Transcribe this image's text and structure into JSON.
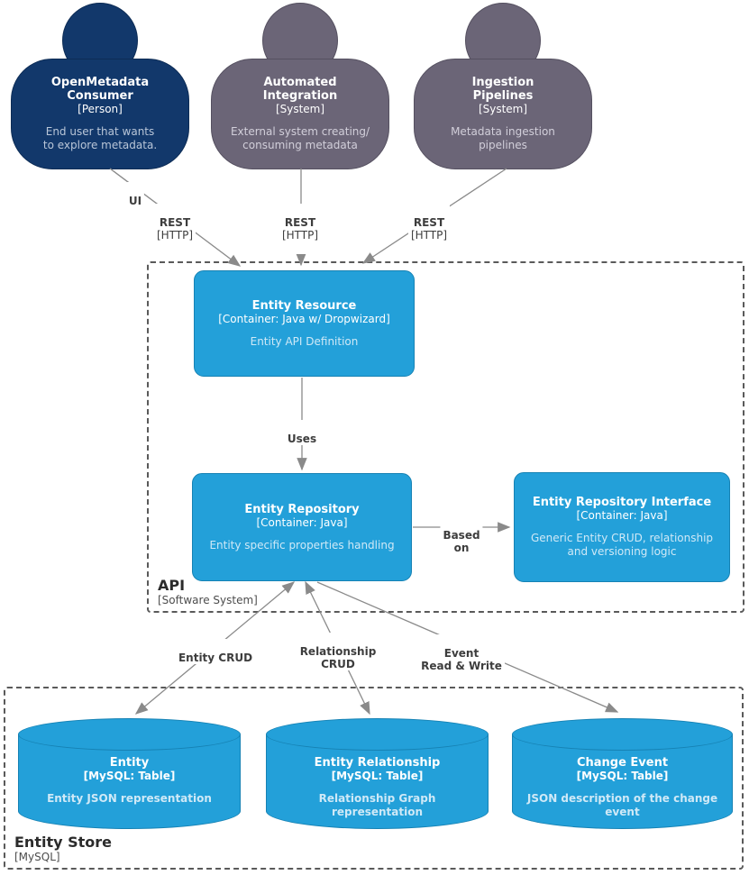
{
  "colors": {
    "person_fill": "#12386b",
    "person_border": "#0d2c55",
    "person_desc": "#b9c6d8",
    "system_fill": "#6b6577",
    "system_border": "#555060",
    "system_desc": "#d2cfda",
    "container_fill": "#23a0d9",
    "container_border": "#1682b4",
    "container_desc": "#cfe9f7",
    "boundary_border": "#5a5a5a",
    "boundary_label": "#2b2b2b",
    "arrow": "#8a8a8a",
    "edge_label": "#3d3d3d"
  },
  "actors": [
    {
      "title": [
        "OpenMetadata",
        "Consumer"
      ],
      "type": "[Person]",
      "desc": [
        "End user that wants",
        "to explore metadata."
      ]
    },
    {
      "title": [
        "Automated",
        "Integration"
      ],
      "type": "[System]",
      "desc": [
        "External system creating/",
        "consuming metadata"
      ]
    },
    {
      "title": [
        "Ingestion",
        "Pipelines"
      ],
      "type": "[System]",
      "desc": [
        "Metadata ingestion",
        "pipelines"
      ]
    }
  ],
  "boundaries": {
    "api": {
      "label": "API",
      "sub": "[Software System]"
    },
    "entity_store": {
      "label": "Entity Store",
      "sub": "[MySQL]"
    }
  },
  "containers": {
    "entity_resource": {
      "title": "Entity Resource",
      "tech": "[Container: Java w/ Dropwizard]",
      "desc": "Entity API Definition"
    },
    "entity_repository": {
      "title": "Entity Repository",
      "tech": "[Container: Java]",
      "desc": "Entity specific properties handling"
    },
    "entity_repository_interface": {
      "title": "Entity Repository Interface",
      "tech": "[Container: Java]",
      "desc": [
        "Generic Entity CRUD, relationship",
        "and versioning logic"
      ]
    }
  },
  "databases": {
    "entity": {
      "title": "Entity",
      "tech": "[MySQL: Table]",
      "desc": [
        "Entity JSON representation"
      ]
    },
    "entity_relationship": {
      "title": "Entity Relationship",
      "tech": "[MySQL: Table]",
      "desc": [
        "Relationship Graph",
        "representation"
      ]
    },
    "change_event": {
      "title": "Change Event",
      "tech": "[MySQL: Table]",
      "desc": [
        "JSON description of the change",
        "event"
      ]
    }
  },
  "edges": {
    "ui": {
      "label": "UI"
    },
    "rest1": {
      "label": "REST",
      "tech": "[HTTP]"
    },
    "rest2": {
      "label": "REST",
      "tech": "[HTTP]"
    },
    "rest3": {
      "label": "REST",
      "tech": "[HTTP]"
    },
    "uses": {
      "label": "Uses"
    },
    "based_on": {
      "label": [
        "Based",
        "on"
      ]
    },
    "entity_crud": {
      "label": "Entity CRUD"
    },
    "relationship_crud": {
      "label": [
        "Relationship",
        "CRUD"
      ]
    },
    "event_rw": {
      "label": [
        "Event",
        "Read & Write"
      ]
    }
  }
}
